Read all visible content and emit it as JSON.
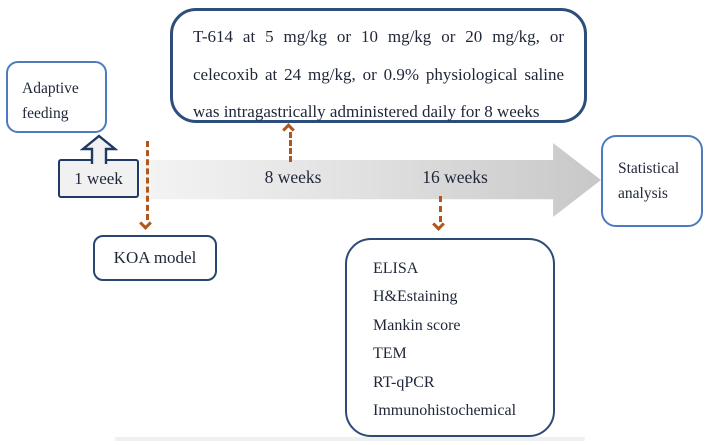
{
  "boxes": {
    "adaptive_feeding": {
      "line1": "Adaptive",
      "line2": "feeding"
    },
    "treatment": {
      "lines": [
        "T-614 at 5 mg/kg or 10 mg/kg or 20 mg/kg, or",
        "celecoxib at 24 mg/kg, or 0.9% physiological saline",
        "was intragastrically administered daily for 8 weeks"
      ]
    },
    "koa_model": {
      "label": "KOA model"
    },
    "outcomes": {
      "items": [
        "ELISA",
        "H&Estaining",
        "Mankin score",
        "TEM",
        "RT-qPCR",
        "Immunohistochemical"
      ]
    },
    "statistical_analysis": {
      "line1": "Statistical",
      "line2": "analysis"
    }
  },
  "timeline": {
    "label_1week": "1 week",
    "label_8weeks": "8 weeks",
    "label_16weeks": "16 weeks"
  },
  "icons": {
    "block_up_arrow": "block-up-arrow",
    "dashed_arrows": "dashed-orange-connectors"
  },
  "colors": {
    "border_navy": "#2e4d7b",
    "border_navy_dark": "#1f3864",
    "border_blue": "#4d7cbe",
    "arrow_orange": "#b2571c",
    "bar_gray_light": "#f4f4f4",
    "bar_gray_dark": "#c8c8c8",
    "box_fill_gray": "#f0f1f0",
    "text": "#1f2638",
    "background": "#ffffff"
  }
}
